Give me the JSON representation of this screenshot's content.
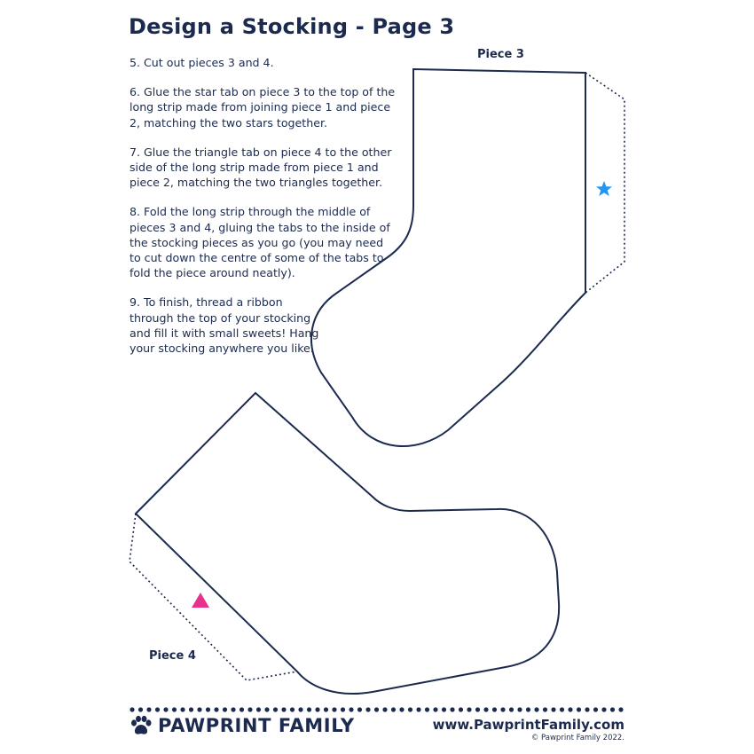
{
  "page": {
    "title": "Design a Stocking - Page 3"
  },
  "instructions": [
    "5. Cut out pieces 3 and 4.",
    "6. Glue the star tab on piece 3 to the top of the long strip made from joining piece 1 and piece 2, matching the two stars together.",
    "7. Glue the triangle tab on piece 4 to the other side of the long strip made from piece 1 and piece 2, matching the two triangles together.",
    "8. Fold the long strip through the middle of pieces 3 and 4, gluing the tabs to the inside of the stocking pieces as you go (you may need to cut down the centre of some of the tabs to fold the piece around neatly).",
    "9. To finish, thread a ribbon through the top of your stocking and fill it with small sweets! Hang your stocking anywhere you like."
  ],
  "pieces": {
    "piece3_label": "Piece 3",
    "piece4_label": "Piece 4"
  },
  "colors": {
    "ink": "#1b2a4e",
    "star": "#2196f3",
    "triangle": "#e6328c"
  },
  "icons": {
    "star_marker": "star-icon",
    "triangle_marker": "triangle-icon",
    "logo_mark": "paw-print-icon"
  },
  "footer": {
    "brand": "PAWPRINT FAMILY",
    "url": "www.PawprintFamily.com",
    "copyright": "© Pawprint Family 2022."
  }
}
